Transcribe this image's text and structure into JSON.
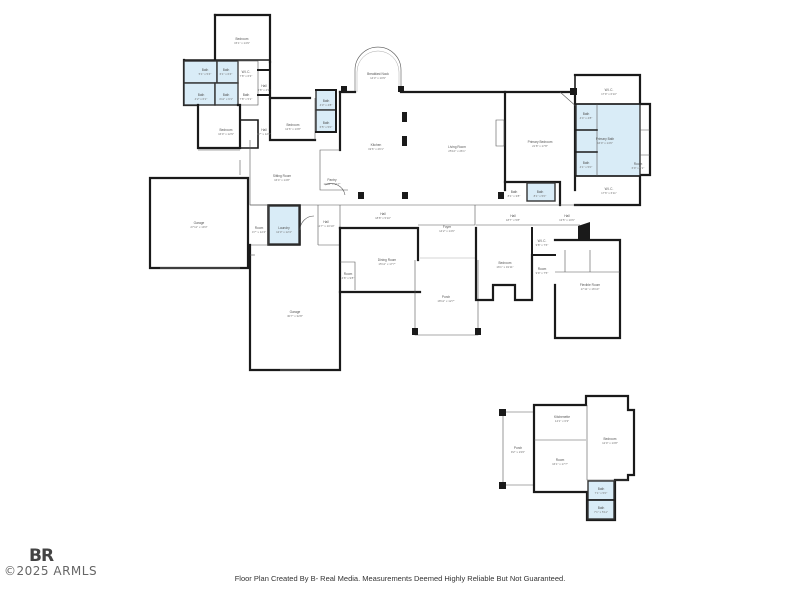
{
  "rooms": {
    "bedroom_nw": {
      "label": "Bedroom",
      "dims": "15'1\" x 14'9\""
    },
    "bath_1": {
      "label": "Bath",
      "dims": "5'1\" x 5'4\""
    },
    "bath_2": {
      "label": "Bath",
      "dims": "6'1\" x 6'4\""
    },
    "wic_1": {
      "label": "W.I.C.",
      "dims": "7'8\" x 6'3\""
    },
    "bath_3": {
      "label": "Bath",
      "dims": "4'2\" x 6'1\""
    },
    "bath_4": {
      "label": "Bath",
      "dims": "4'11\" x 6'1\""
    },
    "bath_5": {
      "label": "Bath",
      "dims": "7'8\" x 5'1\""
    },
    "hall_w": {
      "label": "Hall",
      "dims": "3'8\" x 4'3\""
    },
    "bedroom_w": {
      "label": "Bedroom",
      "dims": "16'0\" x 12'9\""
    },
    "hall_w2": {
      "label": "Hall",
      "dims": "4'7\" x 12'0\""
    },
    "bedroom_mid": {
      "label": "Bedroom",
      "dims": "12'6\" x 13'8\""
    },
    "bath_6": {
      "label": "Bath",
      "dims": "4'3\" x 4'8\""
    },
    "bath_7": {
      "label": "Bath",
      "dims": "6'5\" x 5'0\""
    },
    "breakfast_nook": {
      "label": "Breakfast Nook",
      "dims": "14'3\" x 10'9\""
    },
    "kitchen": {
      "label": "Kitchen",
      "dims": "19'6\" x 26'1\""
    },
    "living_room": {
      "label": "Living Room",
      "dims": "25'10\" x 26'1\""
    },
    "primary_bedroom": {
      "label": "Primary Bedroom",
      "dims": "21'8\" x 17'8\""
    },
    "wic_2": {
      "label": "W.I.C.",
      "dims": "17'9\" x 6'10\""
    },
    "primary_bath": {
      "label": "Primary Bath",
      "dims": "16'0\" x 14'6\""
    },
    "bath_8": {
      "label": "Bath",
      "dims": "4'4\" x 4'8\""
    },
    "bath_9": {
      "label": "Bath",
      "dims": "4'1\" x 5'0\""
    },
    "room_e": {
      "label": "Room",
      "dims": "6'9\" x 5'1\""
    },
    "wic_3": {
      "label": "W.I.C.",
      "dims": "17'6\" x 6'11\""
    },
    "sitting_room": {
      "label": "Sitting Room",
      "dims": "16'4\" x 14'8\""
    },
    "pantry": {
      "label": "Pantry",
      "dims": "10'11\" x 11'7\""
    },
    "garage_w": {
      "label": "Garage",
      "dims": "27'11\" x 19'3\""
    },
    "room_w": {
      "label": "Room",
      "dims": "4'7\" x 12'4\""
    },
    "laundry": {
      "label": "Laundry",
      "dims": "12'3\" x 12'4\""
    },
    "hall_c": {
      "label": "Hall",
      "dims": "11'7\" x 10'10\""
    },
    "hall_c2": {
      "label": "Hall",
      "dims": "18'8\" x 5'10\""
    },
    "foyer": {
      "label": "Foyer",
      "dims": "14'2\" x 14'6\""
    },
    "hall_e": {
      "label": "Hall",
      "dims": "18'7\" x 5'8\""
    },
    "bath_10": {
      "label": "Bath",
      "dims": "8'1\" x 3'8\""
    },
    "bath_11": {
      "label": "Bath",
      "dims": "8'1\" x 5'0\""
    },
    "hall_e2": {
      "label": "Hall",
      "dims": "13'5\" x 10'6\""
    },
    "wic_4": {
      "label": "W.I.C.",
      "dims": "9'8\" x 7'6\""
    },
    "room_e2": {
      "label": "Room",
      "dims": "9'9\" x 7'5\""
    },
    "bedroom_s": {
      "label": "Bedroom",
      "dims": "16'1\" x 19'11\""
    },
    "flexible_room": {
      "label": "Flexible Room",
      "dims": "17'11\" x 16'10\""
    },
    "dining_room": {
      "label": "Dining Room",
      "dims": "15'11\" x 17'7\""
    },
    "room_s": {
      "label": "Room",
      "dims": "4'8\" x 9'8\""
    },
    "garage_s": {
      "label": "Garage",
      "dims": "30'7\" x 32'8\""
    },
    "porch": {
      "label": "Porch",
      "dims": "18'11\" x 12'7\""
    },
    "kitchenette": {
      "label": "Kitchenette",
      "dims": "14'1\" x 6'3\""
    },
    "porch_gh": {
      "label": "Porch",
      "dims": "9'2\" x 23'0\""
    },
    "room_gh": {
      "label": "Room",
      "dims": "16'1\" x 17'7\""
    },
    "bedroom_gh": {
      "label": "Bedroom",
      "dims": "12'0\" x 13'8\""
    },
    "bath_gh1": {
      "label": "Bath",
      "dims": "7'1\" x 5'0\""
    },
    "bath_gh2": {
      "label": "Bath",
      "dims": "7'1\" x 5'11\""
    }
  },
  "logo": {
    "mark": "BR",
    "copyright": "©2025 ARMLS"
  },
  "footer": {
    "note": "Floor Plan Created By B- Real Media. Measurements Deemed Highly Reliable But Not Guaranteed."
  },
  "colors": {
    "wall": "#1a1a1a",
    "bath_fill": "#d9ecf7",
    "background": "#ffffff"
  }
}
